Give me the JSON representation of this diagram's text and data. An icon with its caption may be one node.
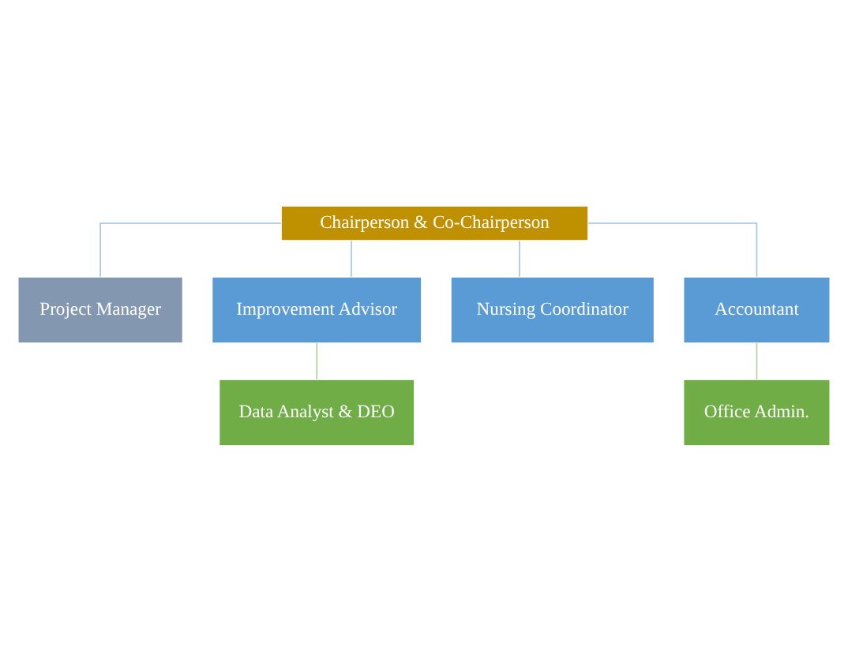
{
  "diagram": {
    "nodes": [
      {
        "text": [
          "Chairperson & Co-Chairperson"
        ]
      },
      {
        "text": [
          "Project Manager"
        ]
      },
      {
        "text": [
          "Improvement Advisor"
        ]
      },
      {
        "text": [
          "Nursing Coordinator"
        ]
      },
      {
        "text": [
          "Accountant"
        ]
      },
      {
        "text": [
          "Data Analyst & DEO"
        ]
      },
      {
        "text": [
          "Office Admin."
        ]
      }
    ],
    "edges": [
      {
        "from": 0,
        "to": 1,
        "arrow": "none"
      },
      {
        "from": 0,
        "to": 2,
        "arrow": "none"
      },
      {
        "from": 0,
        "to": 3,
        "arrow": "none"
      },
      {
        "from": 0,
        "to": 4,
        "arrow": "none"
      },
      {
        "from": 2,
        "to": 5,
        "arrow": "none",
        "color": "#a9d18e"
      },
      {
        "from": 4,
        "to": 6,
        "arrow": "none",
        "color": "#a9d18e"
      }
    ]
  }
}
